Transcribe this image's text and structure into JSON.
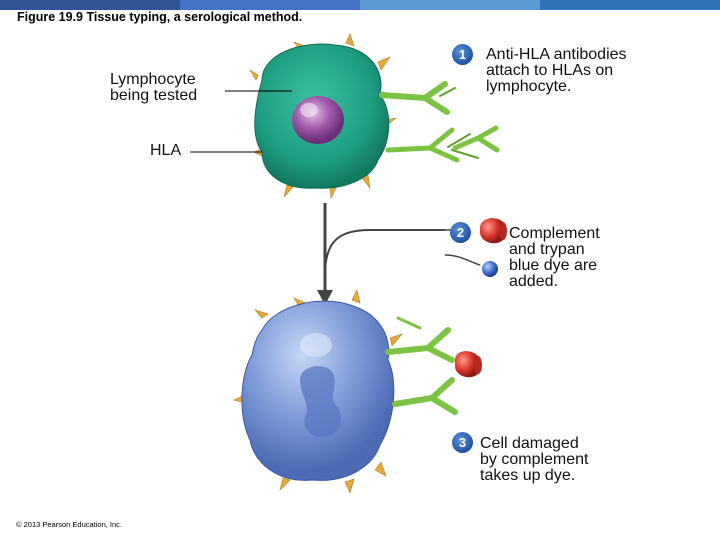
{
  "figure": {
    "title": "Figure 19.9 Tissue typing, a serological method.",
    "copyright": "© 2013 Pearson Education, Inc.",
    "header_stripe_colors": [
      "#2f5597",
      "#4472c4",
      "#5b9bd5",
      "#2e75b6"
    ]
  },
  "labels": {
    "lymphocyte_line1": "Lymphocyte",
    "lymphocyte_line2": "being tested",
    "hla": "HLA"
  },
  "steps": [
    {
      "number": "1",
      "lines": [
        "Anti-HLA antibodies",
        "attach to HLAs on",
        "lymphocyte."
      ]
    },
    {
      "number": "2",
      "lines": [
        "Complement",
        "and trypan",
        "blue dye are",
        "added."
      ]
    },
    {
      "number": "3",
      "lines": [
        "Cell damaged",
        "by complement",
        "takes up dye."
      ]
    }
  ],
  "colors": {
    "healthy_cell": "#1e9e82",
    "damaged_cell": "#7d9ad8",
    "nucleus": "#a05aa8",
    "antibody": "#7cc243",
    "hla_spike": "#e9a93a",
    "complement": "#d9362c",
    "trypan_blue": "#3f6fd0",
    "step_badge": "#1d4f9e"
  }
}
